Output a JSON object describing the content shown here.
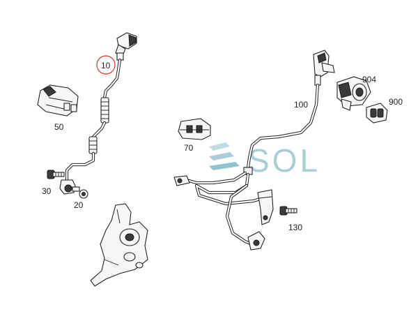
{
  "callouts": {
    "c10": "10",
    "c20": "20",
    "c30": "30",
    "c50": "50",
    "c70": "70",
    "c100": "100",
    "c130": "130",
    "c900": "900",
    "c904": "904"
  },
  "watermark": {
    "text": "SOL",
    "color": "#7fb9c9"
  },
  "highlight": {
    "circle_color": "#d9302c"
  }
}
